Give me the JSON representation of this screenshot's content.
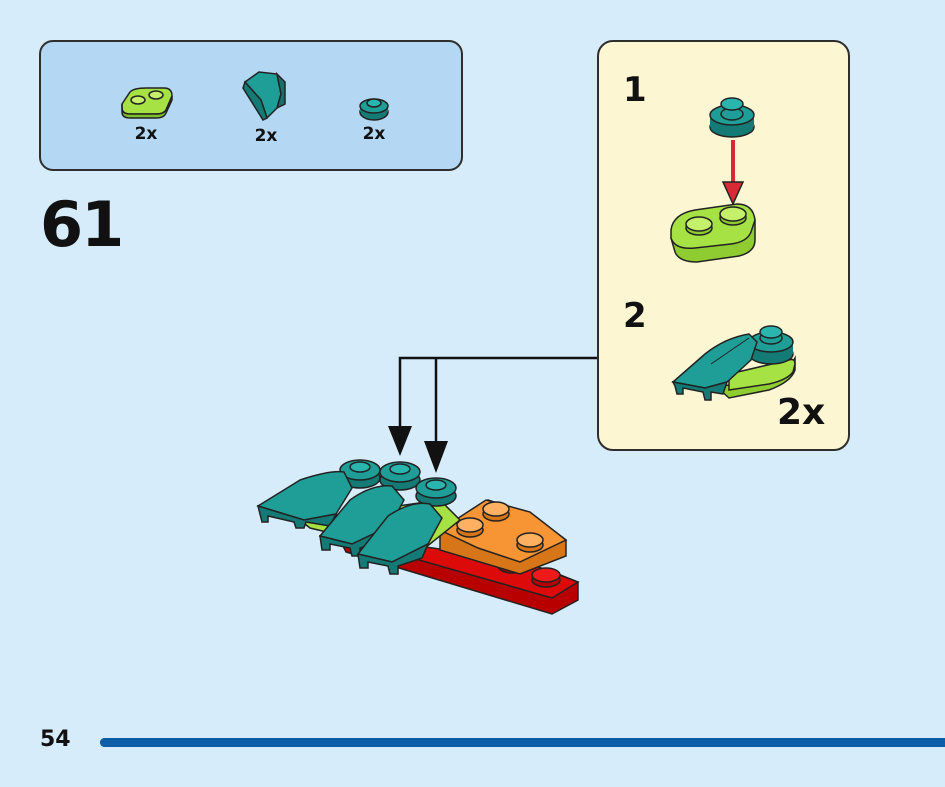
{
  "parts": [
    {
      "name": "lime-plate-1x2-rounded",
      "qty": "2x"
    },
    {
      "name": "teal-wedge-slope",
      "qty": "2x"
    },
    {
      "name": "teal-round-plate-1x1",
      "qty": "2x"
    }
  ],
  "step": {
    "number": "61"
  },
  "substeps": [
    {
      "label": "1"
    },
    {
      "label": "2",
      "multiplier": "2x"
    }
  ],
  "page": {
    "number": "54",
    "progress": 1.0
  },
  "colors": {
    "lime": "#a6e244",
    "teal": "#1f9e98",
    "orange": "#f79433",
    "red": "#dd0a0a",
    "arrow_red": "#d72a36"
  }
}
